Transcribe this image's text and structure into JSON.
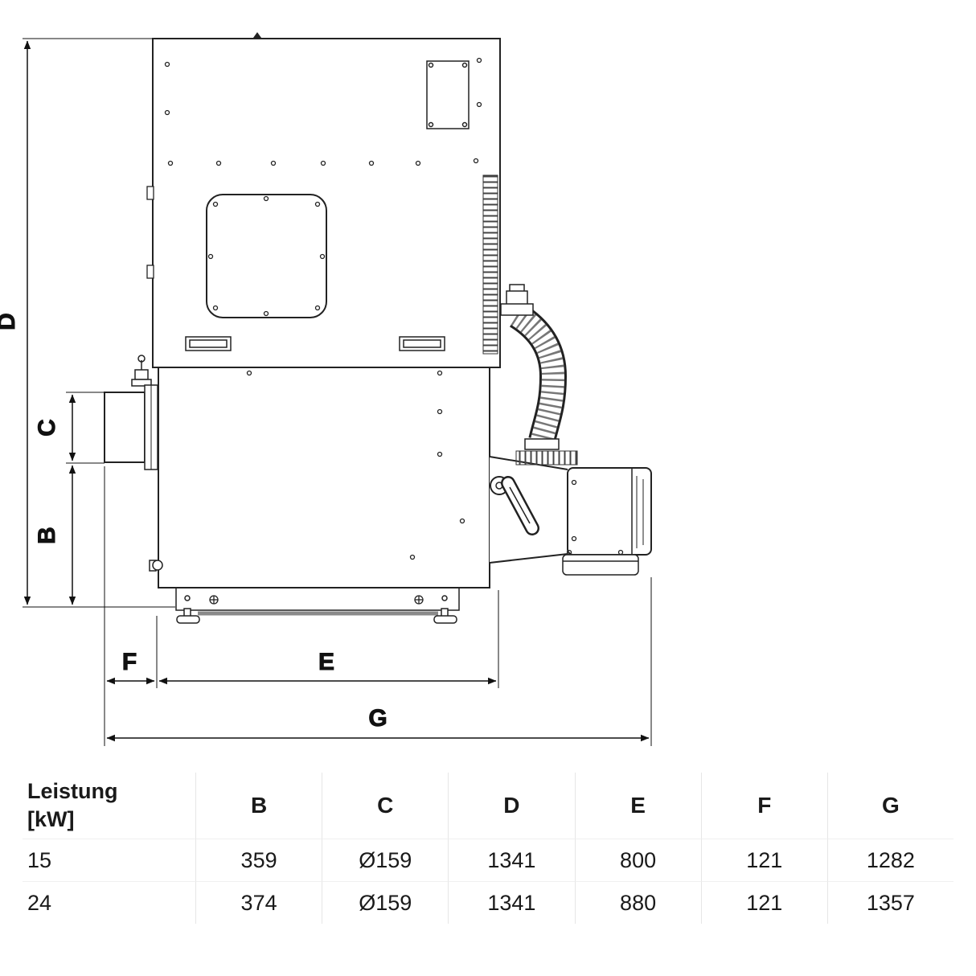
{
  "drawing": {
    "labels": {
      "D": "D",
      "C": "C",
      "B": "B",
      "F": "F",
      "E": "E",
      "G": "G"
    }
  },
  "table": {
    "header_col1_line1": "Leistung",
    "header_col1_line2": "[kW]",
    "columns": [
      "B",
      "C",
      "D",
      "E",
      "F",
      "G"
    ],
    "rows": [
      {
        "power": "15",
        "B": "359",
        "C": "Ø159",
        "D": "1341",
        "E": "800",
        "F": "121",
        "G": "1282"
      },
      {
        "power": "24",
        "B": "374",
        "C": "Ø159",
        "D": "1341",
        "E": "880",
        "F": "121",
        "G": "1357"
      }
    ]
  }
}
